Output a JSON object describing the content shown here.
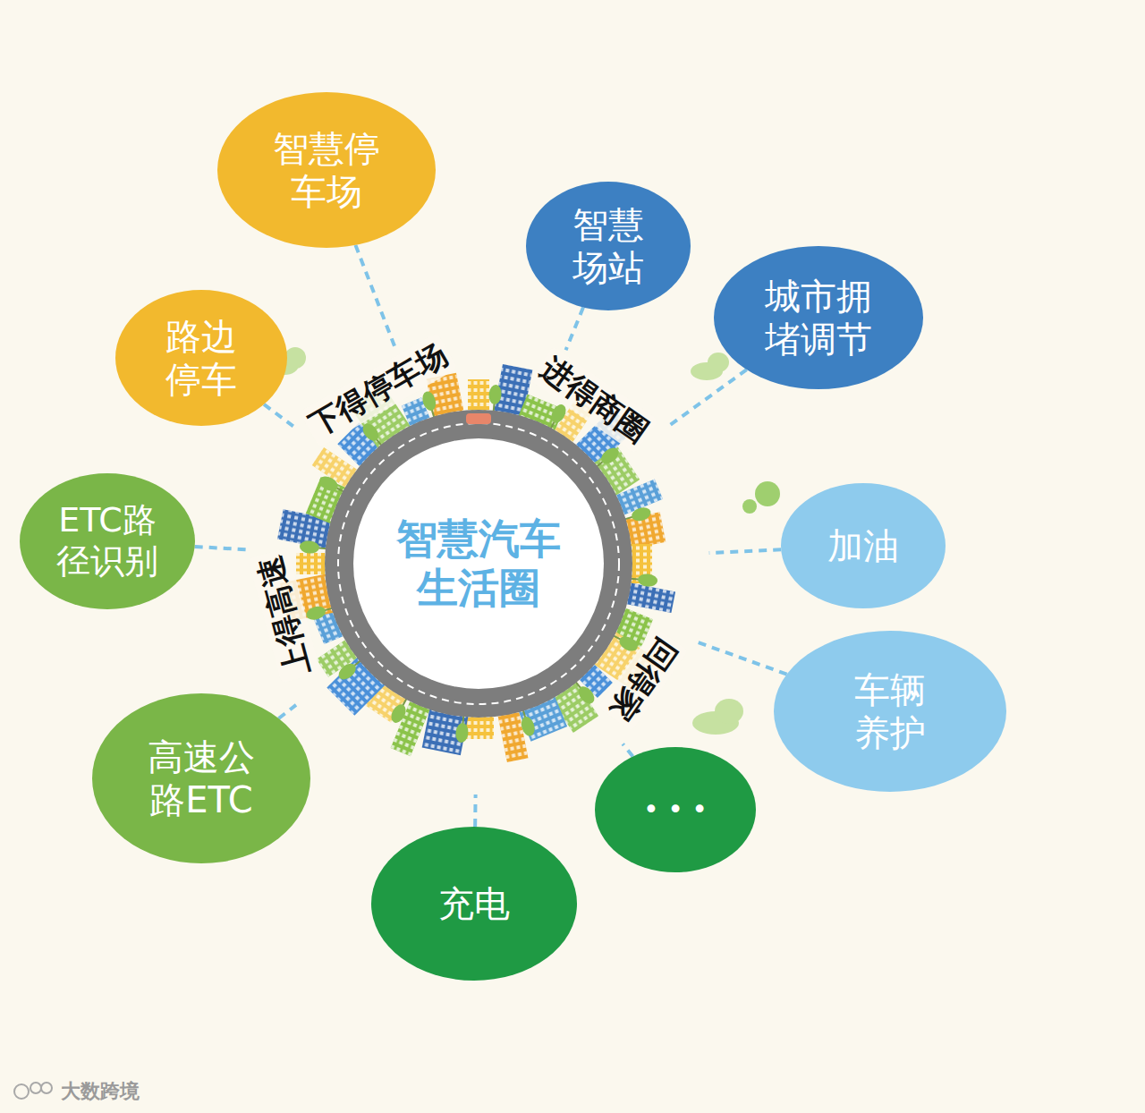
{
  "diagram": {
    "nodes": [
      {
        "text": [
          "智慧汽车 生活圈"
        ]
      },
      {
        "text": [
          "智慧停车场"
        ]
      },
      {
        "text": [
          "智慧场站"
        ]
      },
      {
        "text": [
          "城市拥堵调节"
        ]
      },
      {
        "text": [
          "路边停车"
        ]
      },
      {
        "text": [
          "ETC路径识别"
        ]
      },
      {
        "text": [
          "加油"
        ]
      },
      {
        "text": [
          "车辆养护"
        ]
      },
      {
        "text": [
          "高速公路ETC"
        ]
      },
      {
        "text": [
          "• • •"
        ]
      },
      {
        "text": [
          "充电"
        ]
      }
    ],
    "edges": [
      {
        "from": 1,
        "to": 0,
        "arrow": "none"
      },
      {
        "from": 2,
        "to": 0,
        "arrow": "none"
      },
      {
        "from": 3,
        "to": 0,
        "arrow": "none"
      },
      {
        "from": 4,
        "to": 0,
        "arrow": "none"
      },
      {
        "from": 5,
        "to": 0,
        "arrow": "none"
      },
      {
        "from": 6,
        "to": 0,
        "arrow": "none"
      },
      {
        "from": 7,
        "to": 0,
        "arrow": "none"
      },
      {
        "from": 8,
        "to": 0,
        "arrow": "none"
      },
      {
        "from": 9,
        "to": 0,
        "arrow": "none"
      },
      {
        "from": 10,
        "to": 0,
        "arrow": "none"
      }
    ],
    "labels": [
      "下得停车场",
      "进得商圈",
      "上得高速",
      "回得家",
      "大数跨境"
    ]
  }
}
